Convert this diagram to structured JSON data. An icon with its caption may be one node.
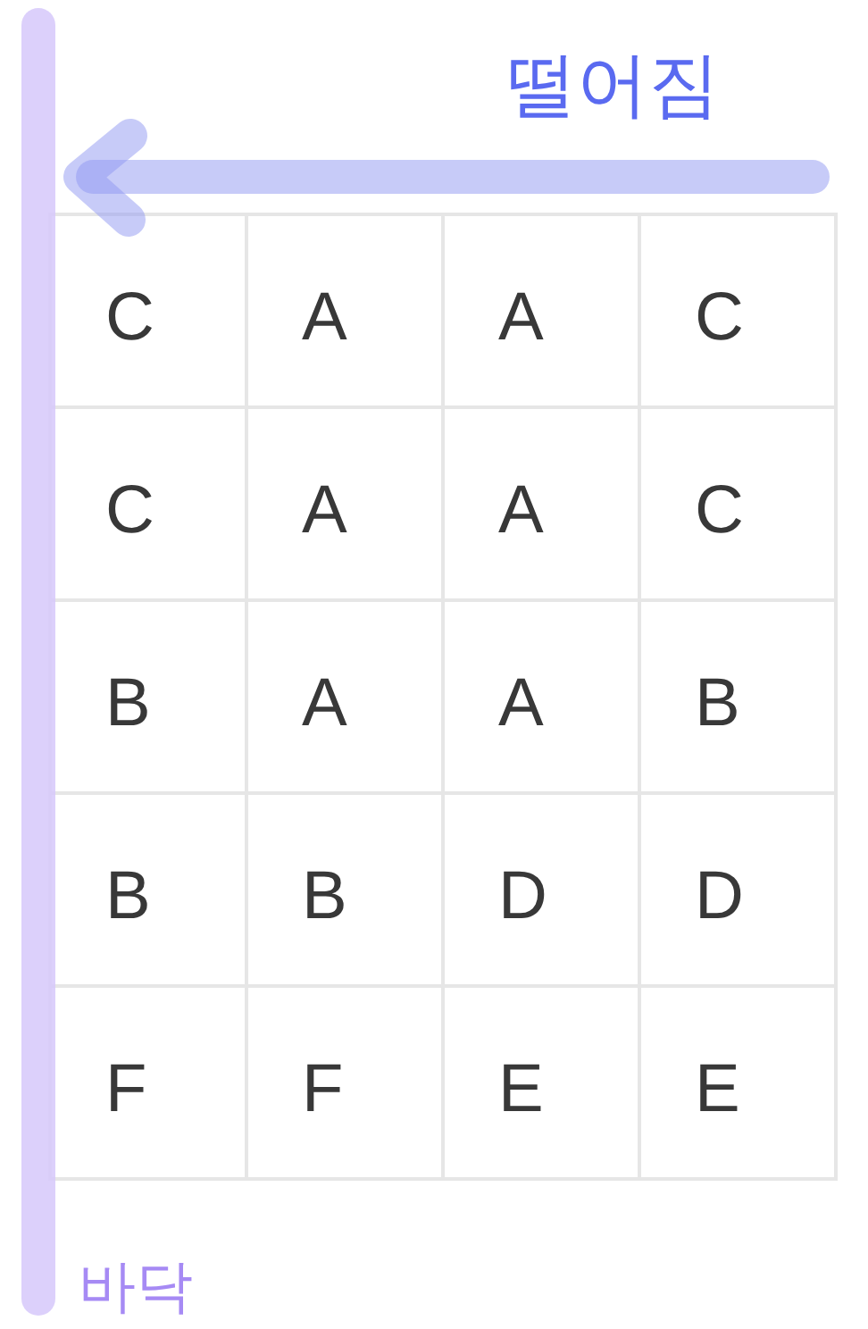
{
  "diagram": {
    "labels": [
      "떨어짐",
      "C",
      "A",
      "A",
      "C",
      "C",
      "A",
      "A",
      "C",
      "B",
      "A",
      "A",
      "B",
      "B",
      "B",
      "D",
      "D",
      "F",
      "F",
      "E",
      "E",
      "바닥"
    ]
  }
}
